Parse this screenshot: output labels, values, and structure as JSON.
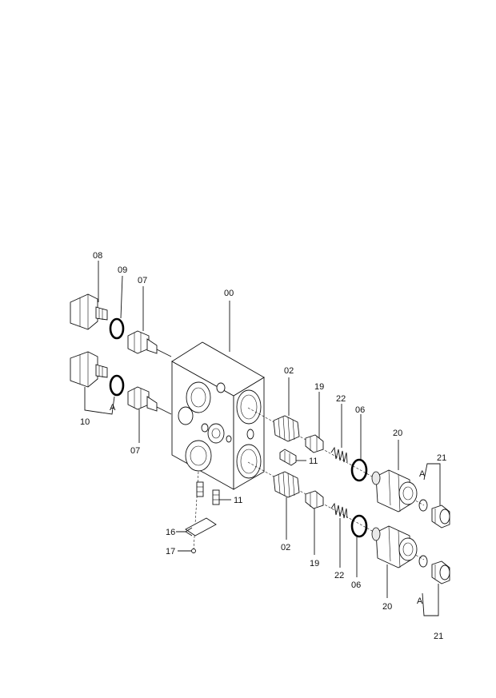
{
  "diagram": {
    "labels": {
      "p08": "08",
      "p09": "09",
      "p07_top": "07",
      "p07_bottom": "07",
      "p10": "10",
      "pA_left": "A",
      "p00": "00",
      "p02_top": "02",
      "p02_bottom": "02",
      "p19_top": "19",
      "p19_bottom": "19",
      "p22_top": "22",
      "p22_bottom": "22",
      "p06_top": "06",
      "p06_bottom": "06",
      "p20_top": "20",
      "p20_bottom": "20",
      "p21_top": "21",
      "p21_bottom": "21",
      "pA_top": "A",
      "pA_bottom": "A",
      "p11_right": "11",
      "p11_lower": "11",
      "p16": "16",
      "p17": "17"
    }
  }
}
